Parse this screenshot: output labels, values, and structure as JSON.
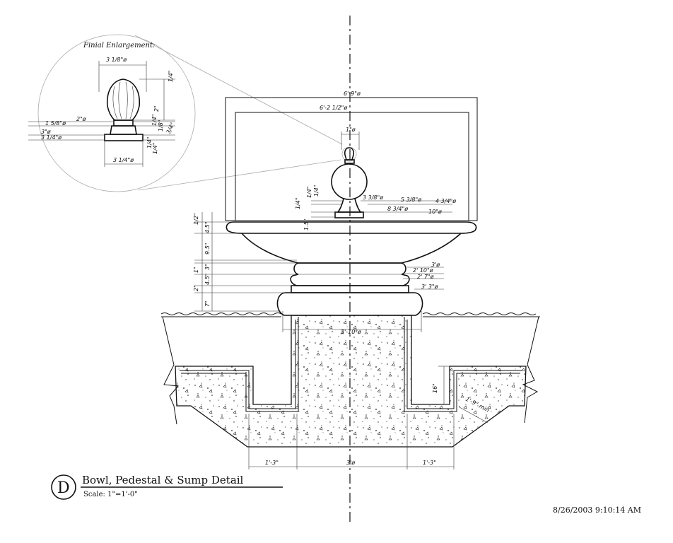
{
  "title": {
    "letter": "D",
    "name": "Bowl, Pedestal & Sump Detail",
    "scale": "Scale: 1\"=1'-0\""
  },
  "timestamp": "8/26/2003 9:10:14 AM",
  "finial": {
    "heading": "Finial Enlargement:",
    "dims": {
      "top_width": "3 1/8\"ø",
      "cap": "1/4\"",
      "height": "2\"",
      "left_a": "2\"ø",
      "left_b": "1 5/8\"ø",
      "left_c": "3\"ø",
      "left_d": "3 1/4\"ø",
      "mid_a": "1/4\"",
      "mid_b": "1/8\"",
      "mid_c": "3/4\"",
      "side_a": "1/4\"",
      "side_b": "1/4\"",
      "base_width": "3 1/4\"ø"
    }
  },
  "bowl": {
    "dims": {
      "outer": "6'-9\"ø",
      "inner": "6'-2 1/2\"ø",
      "finial_top": "1\"ø",
      "ball_a": "3 3/8\"ø",
      "ball_b": "5 3/8\"ø",
      "ball_c": "4 3/4\"ø",
      "ball_d": "8 3/4\"ø",
      "ball_e": "10\"ø",
      "neck_a": "1/4\"",
      "neck_b": "1/4\"",
      "neck_c": "1/4\"",
      "neck_d": "1.5\""
    }
  },
  "elevation": {
    "left": [
      "1/2\"",
      "4.5\"",
      "9.5\"",
      "3\"",
      "1\"",
      "4.5\"",
      "2\"",
      "7\""
    ],
    "right": [
      "3'ø",
      "2' 10\"ø",
      "2' 7\"ø",
      "3' 3\"ø"
    ]
  },
  "sump": {
    "dims": {
      "top": "3'-10\"ø",
      "depth": "16\"",
      "slope": "1'-9\" min",
      "left_w": "1'-3\"",
      "center_w": "3'ø",
      "right_w": "1'-3\""
    }
  }
}
